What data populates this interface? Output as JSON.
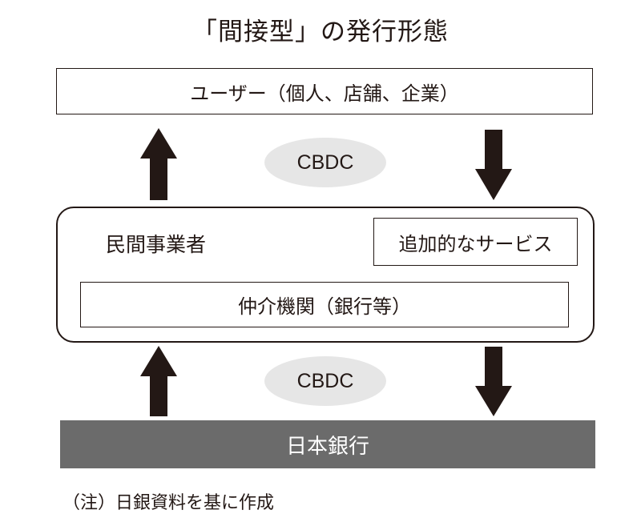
{
  "title": "「間接型」の発行形態",
  "users_box": {
    "label": "ユーザー（個人、店舗、企業）"
  },
  "private_sector": {
    "label": "民間事業者",
    "additional_services": "追加的なサービス",
    "intermediary": "仲介機関（銀行等）"
  },
  "cbdc_upper": {
    "label": "CBDC"
  },
  "cbdc_lower": {
    "label": "CBDC"
  },
  "bank_of_japan": {
    "label": "日本銀行"
  },
  "note": "（注）日銀資料を基に作成",
  "colors": {
    "ink": "#231815",
    "boj_fill": "#6b6b6b",
    "pill_fill": "#e6e6e6",
    "background": "#ffffff"
  }
}
